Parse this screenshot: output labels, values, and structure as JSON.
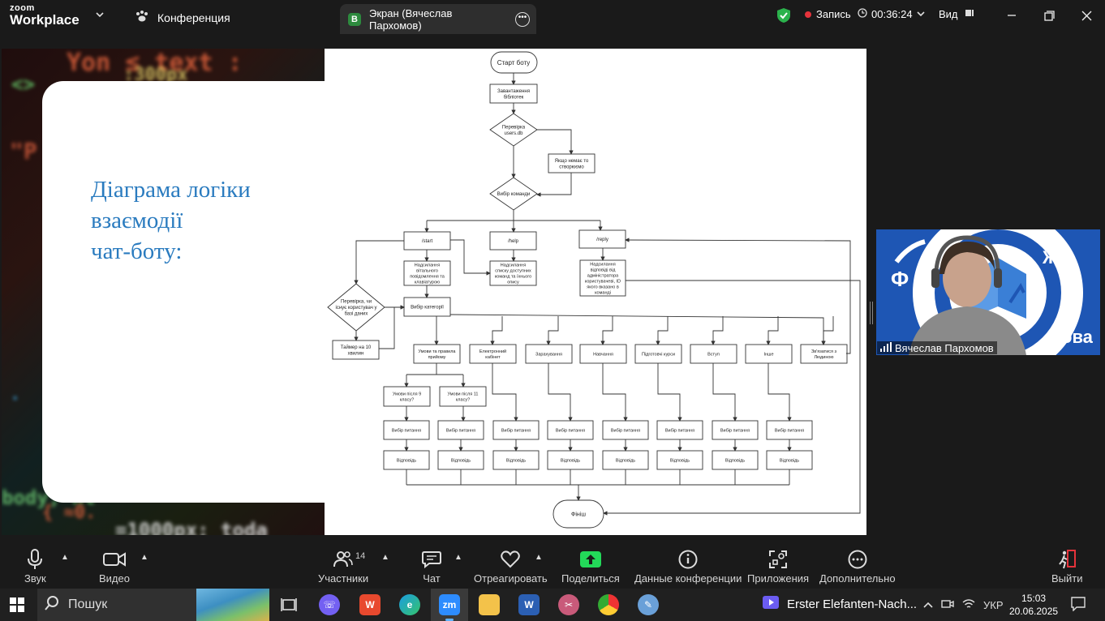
{
  "app": {
    "brand_top": "zoom",
    "brand_bottom": "Workplace"
  },
  "tabs": {
    "conference": "Конференция",
    "screen": "Экран (Вячеслав Пархомов)",
    "screen_avatar": "В"
  },
  "status": {
    "record": "Запись",
    "timer": "00:36:24",
    "view": "Вид"
  },
  "slide": {
    "title_lines": [
      "Діаграма логіки",
      "взаємодії",
      "чат-боту:"
    ],
    "title_color": "#2a7bbf"
  },
  "diagram": {
    "start": "Старт боту",
    "load_libs": [
      "Завантаження",
      "бібліотек"
    ],
    "check_db": [
      "Перевірка",
      "users.db"
    ],
    "create_db": [
      "Якщо немає то",
      "створюємо"
    ],
    "command_choice": "Вибір команди",
    "cmd_start": "/start",
    "cmd_help": "/help",
    "cmd_reply": "/reply",
    "send_welcome": [
      "Надсилання",
      "вітального",
      "повідомлення та",
      "клавіатурою"
    ],
    "send_help": [
      "Надсилання",
      "списку доступних",
      "команд та їхнього",
      "опису"
    ],
    "send_reply": [
      "Надсилання",
      "відповіді від",
      "адміністратора",
      "користувачеві, ID",
      "якого вказано в",
      "команді"
    ],
    "check_user": [
      "Перевірка, чи",
      "існує користувач у",
      "базі даних"
    ],
    "timer": [
      "Таймер на 10",
      "хвилин"
    ],
    "category_choice": "Вибір категорії",
    "categories": [
      [
        "Умови та правила",
        "прийому"
      ],
      [
        "Електронний",
        "кабінет"
      ],
      [
        "Зарахування"
      ],
      [
        "Навчання"
      ],
      [
        "Підготовчі курси"
      ],
      [
        "Вступ"
      ],
      [
        "Інше"
      ],
      [
        "Зв'язатися з",
        "Людиною"
      ]
    ],
    "conditions": [
      [
        "Умови після 9",
        "класу?"
      ],
      [
        "Умови після 11",
        "класу?"
      ]
    ],
    "question_choice": "Вибір питання",
    "answer": "Відповідь",
    "finish": "Фініш"
  },
  "participant": {
    "name": "Вячеслав Пархомов"
  },
  "toolbar": {
    "audio": "Звук",
    "video": "Видео",
    "participants": "Участники",
    "participants_count": "14",
    "chat": "Чат",
    "react": "Отреагировать",
    "share": "Поделиться",
    "meeting_info": "Данные конференции",
    "apps": "Приложения",
    "more": "Дополнительно",
    "leave": "Выйти"
  },
  "taskbar": {
    "search": "Пошук",
    "media": "Erster Elefanten-Nach...",
    "lang": "УКР",
    "time": "15:03",
    "date": "20.06.2025"
  },
  "colors": {
    "share_green": "#23d959",
    "record_red": "#e5333b",
    "shield_green": "#2bb24c"
  }
}
